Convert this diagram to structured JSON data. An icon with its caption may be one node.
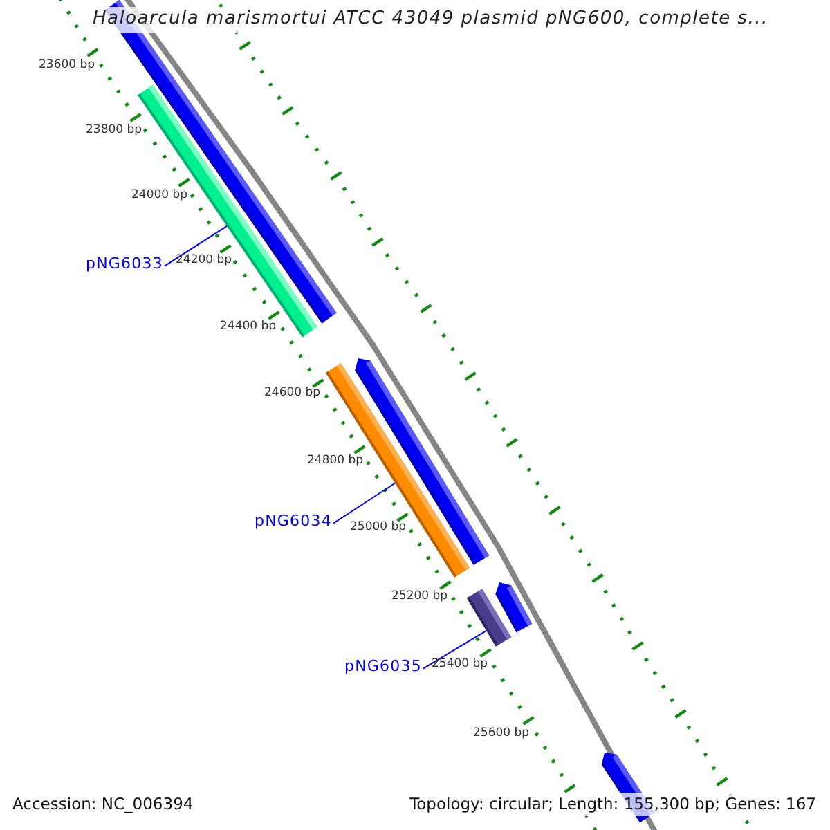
{
  "diagram": {
    "title": "Haloarcula marismortui ATCC 43049 plasmid pNG600, complete s...",
    "nodes": [
      {
        "text": [],
        "shape": "bar"
      },
      {
        "text": [],
        "shape": "bar"
      },
      {
        "text": [
          "pNG6033"
        ]
      },
      {
        "text": [],
        "shape": "arrow"
      },
      {
        "text": [],
        "shape": "bar"
      },
      {
        "text": [
          "pNG6034"
        ]
      },
      {
        "text": [],
        "shape": "arrow"
      },
      {
        "text": [],
        "shape": "bar"
      },
      {
        "text": [
          "pNG6035"
        ]
      },
      {
        "text": [],
        "shape": "arrow"
      }
    ],
    "edges": [
      {
        "from": 2,
        "to": 1,
        "arrow": "none"
      },
      {
        "from": 5,
        "to": 4,
        "arrow": "none"
      },
      {
        "from": 8,
        "to": 7,
        "arrow": "none"
      }
    ],
    "labels": [
      "23600 bp",
      "23800 bp",
      "24000 bp",
      "24200 bp",
      "24400 bp",
      "24600 bp",
      "24800 bp",
      "25000 bp",
      "25200 bp",
      "25400 bp",
      "25600 bp",
      "Accession: NC_006394",
      "Topology: circular; Length: 155,300 bp; Genes: 167"
    ]
  }
}
